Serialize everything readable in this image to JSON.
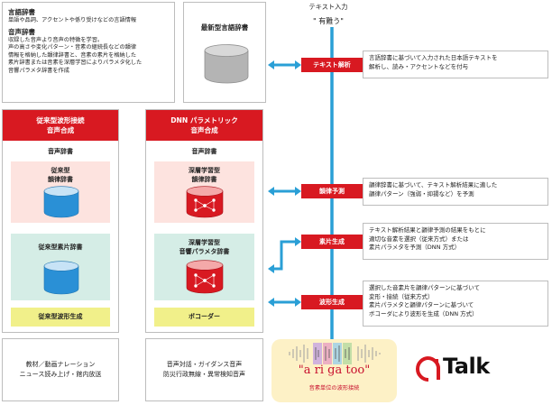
{
  "legend": {
    "lang_dict_title": "言語辞書",
    "lang_dict_text": "単語や品詞、アクセントや係り受けなどの言語情報",
    "voice_dict_title": "音声辞書",
    "voice_dict_lines": [
      "収録した音声より音声の特徴を学習。",
      "声の高さや変化パターン・音素の継続長などの韻律",
      "情報を格納した韻律辞書と、音素の素片を格納した",
      "素片辞書または音素を深層学習によりパラメタ化した",
      "音響パラメタ辞書を作成"
    ]
  },
  "latest_dict": {
    "title": "最新型言語辞書"
  },
  "text_input": {
    "label": "テキスト入力",
    "value": "\" 有難う\""
  },
  "conventional": {
    "header_lines": [
      "従来型波形接続",
      "音声合成"
    ],
    "voice_dict": "音声辞書",
    "prosody_dict_lines": [
      "従来型",
      "韻律辞書"
    ],
    "segment_dict": "従来型素片辞書",
    "waveform": "従来型波形生成",
    "uses_lines": [
      "教材／動画ナレーション",
      "ニュース読み上げ・館内放送"
    ]
  },
  "dnn": {
    "header_lines": [
      "DNN パラメトリック",
      "音声合成"
    ],
    "voice_dict": "音声辞書",
    "prosody_dict_lines": [
      "深層学習型",
      "韻律辞書"
    ],
    "acoustic_dict_lines": [
      "深層学習型",
      "音響パラメタ辞書"
    ],
    "vocoder": "ボコーダー",
    "uses_lines": [
      "音声対話・ガイダンス音声",
      "防災行政無線・異常検知音声"
    ]
  },
  "steps": [
    {
      "tag": "テキスト解析",
      "lines": [
        "言語辞書に基づいて入力された日本語テキストを",
        "解析し、読み・アクセントなどを付与"
      ]
    },
    {
      "tag": "韻律予測",
      "lines": [
        "韻律辞書に基づいて、テキスト解析結果に適した",
        "韻律パターン（強弱・抑揚など）を予測"
      ]
    },
    {
      "tag": "素片生成",
      "lines": [
        "テキスト解析結果と韻律予測の結果をもとに",
        "適切な音素を選択（従来方式）または",
        "素片パラメタを予測（DNN 方式）"
      ]
    },
    {
      "tag": "波形生成",
      "lines": [
        "選択した音素片を韻律パターンに基づいて",
        "変形・接続（従来方式）",
        "素片パラメタと韻律パターンに基づいて",
        "ボコーダにより波形を生成（DNN 方式）"
      ]
    }
  ],
  "output": {
    "romaji": "\"a ri ga too\"",
    "caption": "音素単位の波形接続"
  },
  "logo": {
    "text": "Talk"
  },
  "colors": {
    "red": "#d81921",
    "blue": "#2a9fd6",
    "pink": "#fde3df",
    "mint": "#d5ede6",
    "yellow": "#f1f08a",
    "cream": "#fdf1c6"
  }
}
